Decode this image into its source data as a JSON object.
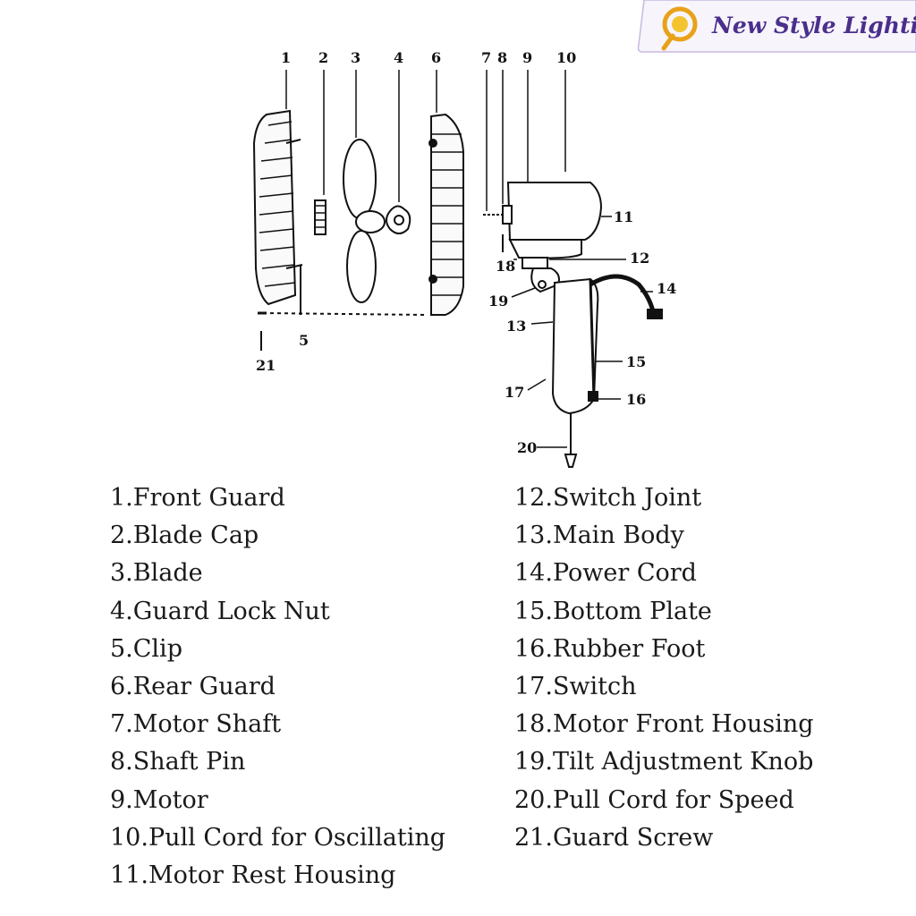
{
  "brand": {
    "name": "New Style Lighting",
    "accent_color": "#4a2f8c",
    "icon_color": "#e8a21a"
  },
  "callouts": [
    "1",
    "2",
    "3",
    "4",
    "6",
    "7",
    "8",
    "9",
    "10",
    "11",
    "12",
    "14",
    "15",
    "16",
    "5",
    "21",
    "18",
    "19",
    "13",
    "17",
    "20"
  ],
  "legend": {
    "left": [
      "1.Front Guard",
      "2.Blade Cap",
      "3.Blade",
      "4.Guard Lock Nut",
      "5.Clip",
      "6.Rear Guard",
      "7.Motor Shaft",
      "8.Shaft Pin",
      "9.Motor",
      "10.Pull Cord for Oscillating",
      "11.Motor Rest Housing"
    ],
    "right": [
      "12.Switch Joint",
      "13.Main Body",
      "14.Power Cord",
      "15.Bottom Plate",
      "16.Rubber Foot",
      "17.Switch",
      "18.Motor Front Housing",
      "19.Tilt Adjustment Knob",
      "20.Pull Cord for Speed",
      "21.Guard Screw"
    ]
  }
}
